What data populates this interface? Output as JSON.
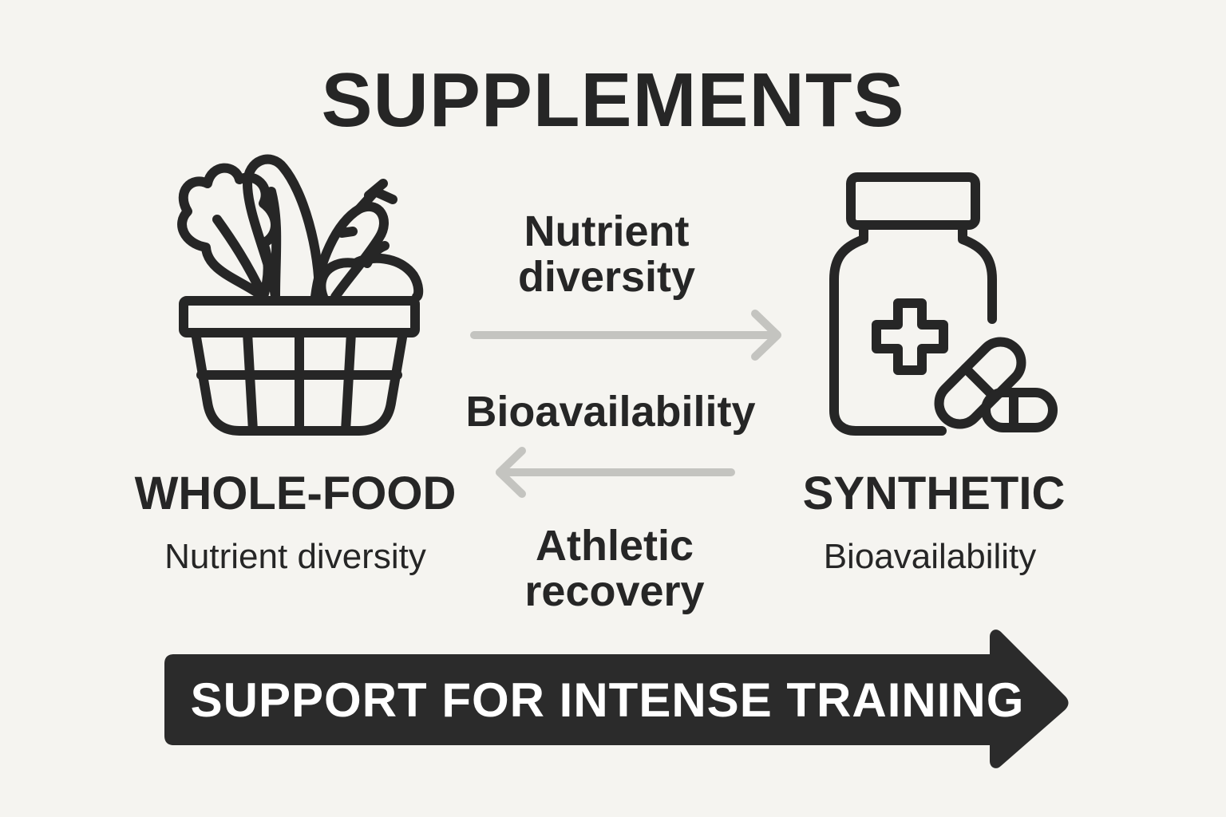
{
  "title": "SUPPLEMENTS",
  "left": {
    "heading": "WHOLE-FOOD",
    "subtitle": "Nutrient diversity",
    "icon": "food-basket-icon"
  },
  "right": {
    "heading": "SYNTHETIC",
    "subtitle": "Bioavailability",
    "icon": "pill-bottle-icon"
  },
  "flows": {
    "top_line1": "Nutrient",
    "top_line2": "diversity",
    "middle": "Bioavailability",
    "bottom_line1": "Athletic",
    "bottom_line2": "recovery"
  },
  "banner": {
    "text": "SUPPORT FOR INTENSE TRAINING"
  },
  "colors": {
    "background": "#f5f4f0",
    "ink": "#262626",
    "arrow_gray": "#c4c4c0",
    "banner": "#2b2b2b"
  }
}
